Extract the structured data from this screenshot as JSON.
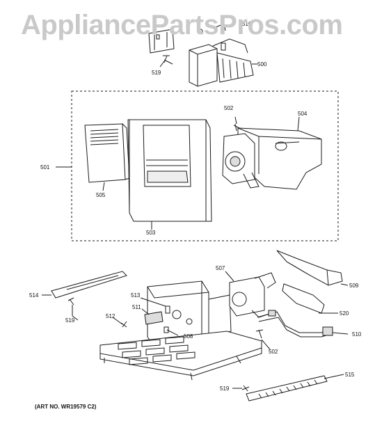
{
  "watermark": "AppliancePartsPros.com",
  "art_number": "(ART NO. WR19579 C2)",
  "callouts": {
    "c500": "500",
    "c501": "501",
    "c502a": "502",
    "c502b": "502",
    "c503": "503",
    "c504": "504",
    "c505": "505",
    "c507": "507",
    "c508": "508",
    "c509": "509",
    "c510": "510",
    "c511": "511",
    "c512": "512",
    "c513": "513",
    "c514": "514",
    "c515": "515",
    "c519a": "519",
    "c519b": "519",
    "c519c": "519",
    "c520": "520",
    "c516": "516"
  },
  "colors": {
    "line": "#1a1a1a",
    "shade": "#d9d9d9",
    "dark": "#555555",
    "watermark": "#c9c9c9"
  }
}
